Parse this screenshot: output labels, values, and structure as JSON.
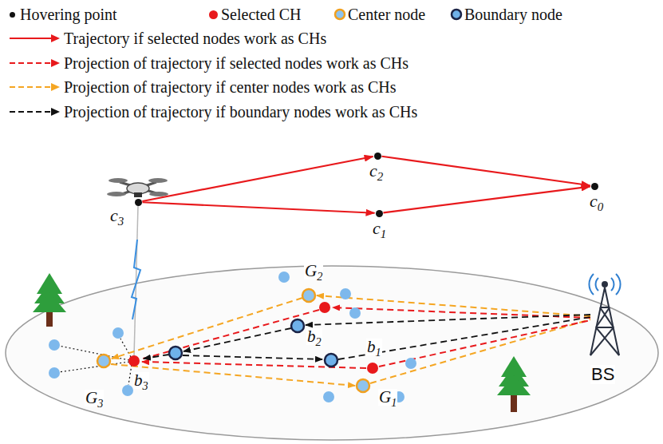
{
  "diagram": {
    "nodes": [
      {
        "text": [
          "c2"
        ]
      },
      {
        "text": [
          "c0"
        ]
      },
      {
        "text": [
          "c3"
        ]
      },
      {
        "text": [
          "c1"
        ]
      }
    ],
    "edges": [
      {
        "from": 2,
        "to": 3,
        "arrow": "to"
      },
      {
        "from": 3,
        "to": 1,
        "arrow": "to"
      },
      {
        "from": 2,
        "to": 0,
        "arrow": "to"
      },
      {
        "from": 0,
        "to": 1,
        "arrow": "to"
      }
    ],
    "labels": [
      "G2",
      "b2",
      "b1",
      "G1",
      "G3",
      "b3",
      "BS"
    ],
    "legend": [
      {
        "text": "Hovering point",
        "color": "#111111"
      },
      {
        "text": "Selected CH",
        "color": "#e8191c"
      },
      {
        "text": "Center node"
      },
      {
        "text": "Boundary node"
      },
      {
        "text": "Trajectory if selected nodes work as CHs"
      },
      {
        "text": "Projection of trajectory if selected nodes work as CHs"
      },
      {
        "text": "Projection of trajectory if center nodes work as CHs"
      },
      {
        "text": "Projection of trajectory if boundary nodes work as CHs"
      }
    ]
  }
}
